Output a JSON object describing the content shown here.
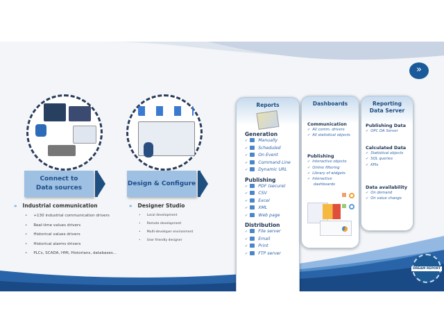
{
  "left": {
    "box1": [
      "Connect to",
      "Data sources"
    ],
    "box2": "Design & Configure",
    "heading1": "Industrial communication",
    "items1": [
      "+130 industrial communication drivers",
      "Real-time values drivers",
      "Historical values drivers",
      "Historical alarms drivers",
      "PLCs, SCADA, HMI, Historians, databases..."
    ],
    "heading2": "Designer Studio",
    "items2": [
      "Local development",
      "Remote development",
      "Multi-developer environment",
      "User friendly designer"
    ]
  },
  "reports": {
    "title": "Reports",
    "generation": {
      "title": "Generation",
      "items": [
        {
          "label": "Manually",
          "icon": "hand-icon"
        },
        {
          "label": "Scheduled",
          "icon": "calendar-icon"
        },
        {
          "label": "On Event",
          "icon": "warning-icon"
        },
        {
          "label": "Command Line",
          "icon": "terminal-icon"
        },
        {
          "label": "Dynamic URL",
          "icon": "link-icon"
        }
      ]
    },
    "publishing": {
      "title": "Publishing",
      "items": [
        {
          "label": "PDF (secure)",
          "icon": "pdf-icon"
        },
        {
          "label": "CSV",
          "icon": "csv-icon"
        },
        {
          "label": "Excel",
          "icon": "excel-icon"
        },
        {
          "label": "XML",
          "icon": "xml-icon"
        },
        {
          "label": "Web page",
          "icon": "web-icon"
        }
      ]
    },
    "distribution": {
      "title": "Distribution",
      "items": [
        {
          "label": "File server",
          "icon": "folder-icon"
        },
        {
          "label": "Email",
          "icon": "email-icon"
        },
        {
          "label": "Print",
          "icon": "printer-icon"
        },
        {
          "label": "FTP server",
          "icon": "ftp-icon"
        }
      ]
    }
  },
  "dashboards": {
    "title": "Dashboards",
    "communication": {
      "title": "Communication",
      "items": [
        "All comm. drivers",
        "All statistical objects"
      ]
    },
    "publishing": {
      "title": "Publishing",
      "items": [
        "Interactive objects",
        "Online filtering",
        "Library of widgets",
        "Interactive",
        "dashboards"
      ]
    }
  },
  "server": {
    "title": [
      "Reporting",
      "Data Server"
    ],
    "publishing": {
      "title": "Publishing Data",
      "items": [
        "OPC DA Server"
      ]
    },
    "calculated": {
      "title": "Calculated Data",
      "items": [
        "Statistical objects",
        "SQL queries",
        "KPIs"
      ]
    },
    "availability": {
      "title": "Data availability",
      "items": [
        "On demand",
        "On value change"
      ]
    }
  },
  "logo": "DREAM REPORT",
  "colors": {
    "accent": "#1e4f80",
    "box": "#9ec0e2",
    "link": "#2c62a8"
  }
}
